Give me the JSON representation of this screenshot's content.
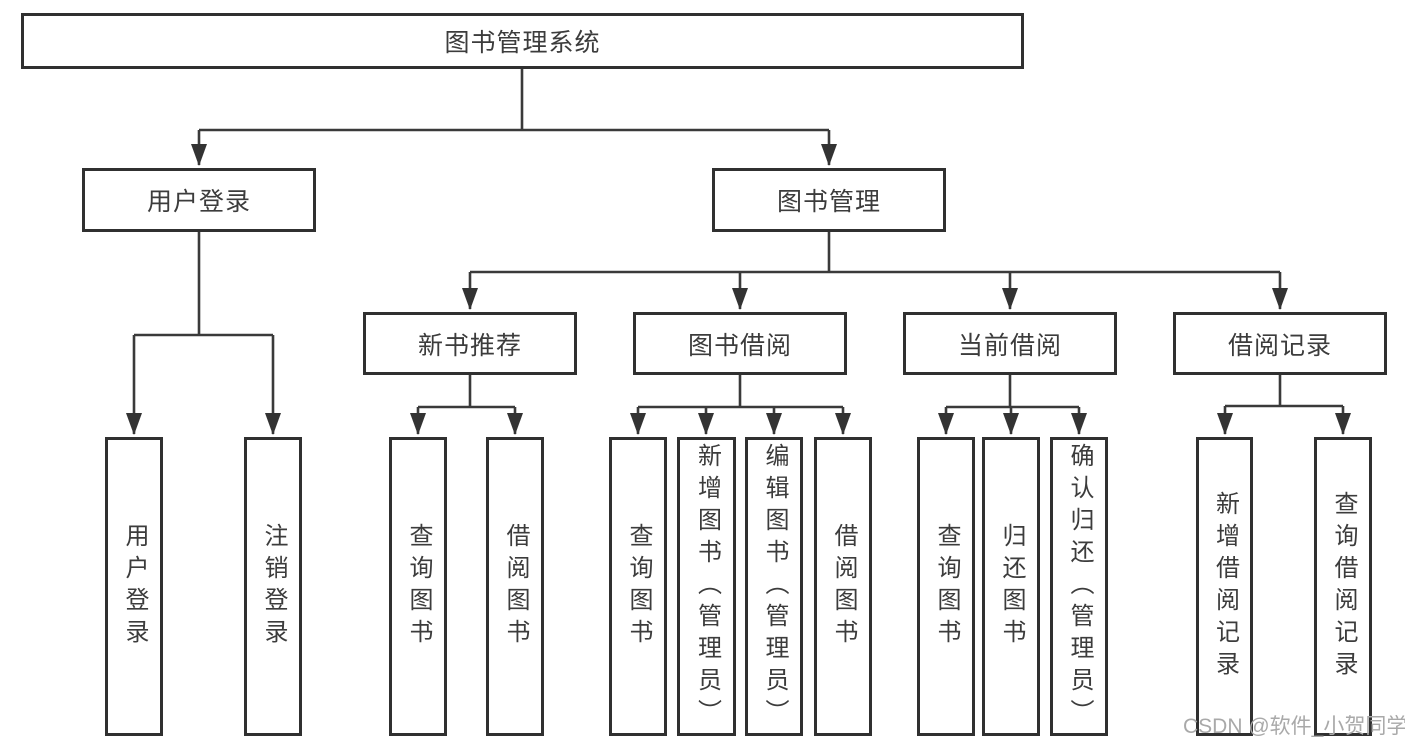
{
  "diagram": {
    "title": "图书管理系统",
    "colors": {
      "box_border": "#303030",
      "connector": "#3a3a3a",
      "text": "#3c3c3c",
      "watermark_text": "#a9a9a9",
      "background": "#ffffff"
    },
    "nodes": {
      "root": {
        "label": "图书管理系统"
      },
      "user_login": {
        "label": "用户登录"
      },
      "book_management": {
        "label": "图书管理"
      },
      "new_book_recommend": {
        "label": "新书推荐"
      },
      "book_borrow": {
        "label": "图书借阅"
      },
      "current_borrow": {
        "label": "当前借阅"
      },
      "borrow_records": {
        "label": "借阅记录"
      },
      "leaf_user_login": {
        "label": "用户登录"
      },
      "leaf_logout": {
        "label": "注销登录"
      },
      "leaf_query_book_1": {
        "label": "查询图书"
      },
      "leaf_borrow_book_1": {
        "label": "借阅图书"
      },
      "leaf_query_book_2": {
        "label": "查询图书"
      },
      "leaf_add_book_admin": {
        "label": "新增图书（管理员）"
      },
      "leaf_edit_book_admin": {
        "label": "编辑图书（管理员）"
      },
      "leaf_borrow_book_2": {
        "label": "借阅图书"
      },
      "leaf_query_book_3": {
        "label": "查询图书"
      },
      "leaf_return_book": {
        "label": "归还图书"
      },
      "leaf_confirm_return_admin": {
        "label": "确认归还（管理员）"
      },
      "leaf_add_borrow_record": {
        "label": "新增借阅记录"
      },
      "leaf_query_borrow_record": {
        "label": "查询借阅记录"
      }
    },
    "hierarchy": {
      "图书管理系统": {
        "用户登录": [
          "用户登录",
          "注销登录"
        ],
        "图书管理": {
          "新书推荐": [
            "查询图书",
            "借阅图书"
          ],
          "图书借阅": [
            "查询图书",
            "新增图书（管理员）",
            "编辑图书（管理员）",
            "借阅图书"
          ],
          "当前借阅": [
            "查询图书",
            "归还图书",
            "确认归还（管理员）"
          ],
          "借阅记录": [
            "新增借阅记录",
            "查询借阅记录"
          ]
        }
      }
    },
    "watermark": "CSDN @软件_小贺同学"
  }
}
